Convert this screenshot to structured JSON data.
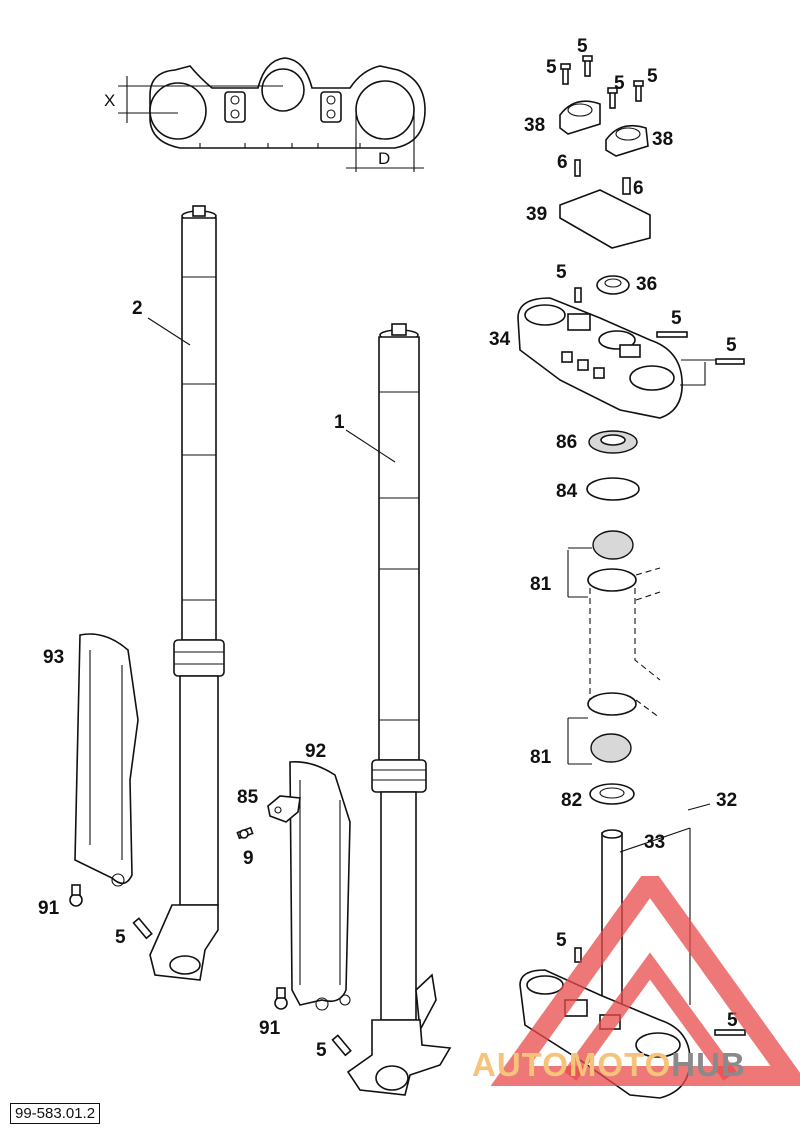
{
  "diagram": {
    "reference_code": "99-583.01.2",
    "dimension_labels": {
      "x": "X",
      "d": "D"
    },
    "callouts": {
      "c1": "1",
      "c2": "2",
      "c5a": "5",
      "c5b": "5",
      "c5c": "5",
      "c5d": "5",
      "c5e": "5",
      "c5f": "5",
      "c5g": "5",
      "c5h": "5",
      "c5i": "5",
      "c5j": "5",
      "c5k": "5",
      "c6a": "6",
      "c6b": "6",
      "c9": "9",
      "c32": "32",
      "c33": "33",
      "c34": "34",
      "c36": "36",
      "c38a": "38",
      "c38b": "38",
      "c39": "39",
      "c81a": "81",
      "c81b": "81",
      "c82": "82",
      "c84": "84",
      "c85": "85",
      "c86": "86",
      "c91a": "91",
      "c91b": "91",
      "c92": "92",
      "c93": "93"
    }
  },
  "watermark": {
    "part1": "AUTO",
    "part2": "MOTO",
    "part3": "HUB"
  },
  "colors": {
    "line": "#111111",
    "watermark_red": "#e84a4a",
    "watermark_orange": "#f6c37a",
    "watermark_grey": "#8a8a8a"
  }
}
